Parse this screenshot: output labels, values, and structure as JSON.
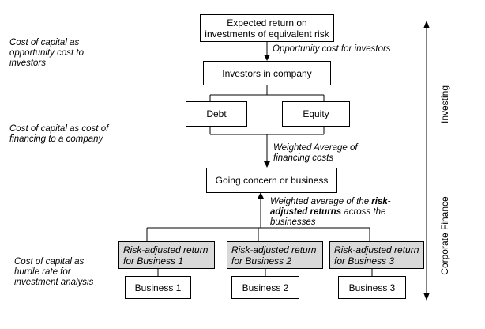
{
  "nodes": {
    "expected_return": "Expected return on investments of equivalent risk",
    "investors": "Investors in company",
    "debt": "Debt",
    "equity": "Equity",
    "going_concern": "Going concern or business",
    "risk_adj_1": "Risk-adjusted return for Business 1",
    "risk_adj_2": "Risk-adjusted return for Business 2",
    "risk_adj_3": "Risk-adjusted return for Business 3",
    "business_1": "Business 1",
    "business_2": "Business 2",
    "business_3": "Business 3"
  },
  "edge_labels": {
    "opportunity_cost": "Opportunity cost for investors",
    "weighted_average": "Weighted Average of financing costs",
    "weighted_risk_pre": "Weighted average of the ",
    "weighted_risk_bold": "risk-adjusted returns",
    "weighted_risk_post": " across the businesses"
  },
  "side_notes": {
    "opportunity": "Cost of capital as opportunity cost to investors",
    "financing": "Cost of capital as cost of financing to a company",
    "hurdle": "Cost of capital as hurdle rate for investment analysis"
  },
  "axis": {
    "investing": "Investing",
    "corporate_finance": "Corporate Finance"
  }
}
